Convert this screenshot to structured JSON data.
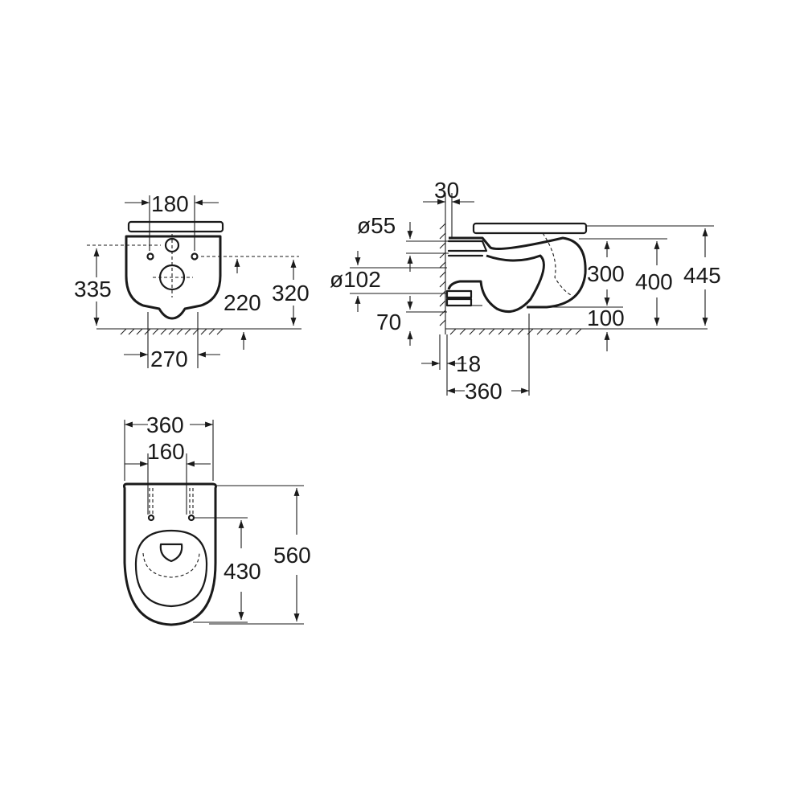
{
  "front_view": {
    "top_width": "180",
    "height_left": "335",
    "center_height": "220",
    "height_right": "320",
    "bottom_width": "270"
  },
  "side_view": {
    "wall_gap": "30",
    "pipe_small": "ø55",
    "pipe_large": "ø102",
    "outlet_height": "70",
    "inner_height": "300",
    "mid_height": "400",
    "total_height": "445",
    "base_offset": "100",
    "wall_offset": "18",
    "depth": "360"
  },
  "top_view": {
    "width": "360",
    "hole_spacing": "160",
    "hole_depth": "430",
    "length": "560"
  }
}
